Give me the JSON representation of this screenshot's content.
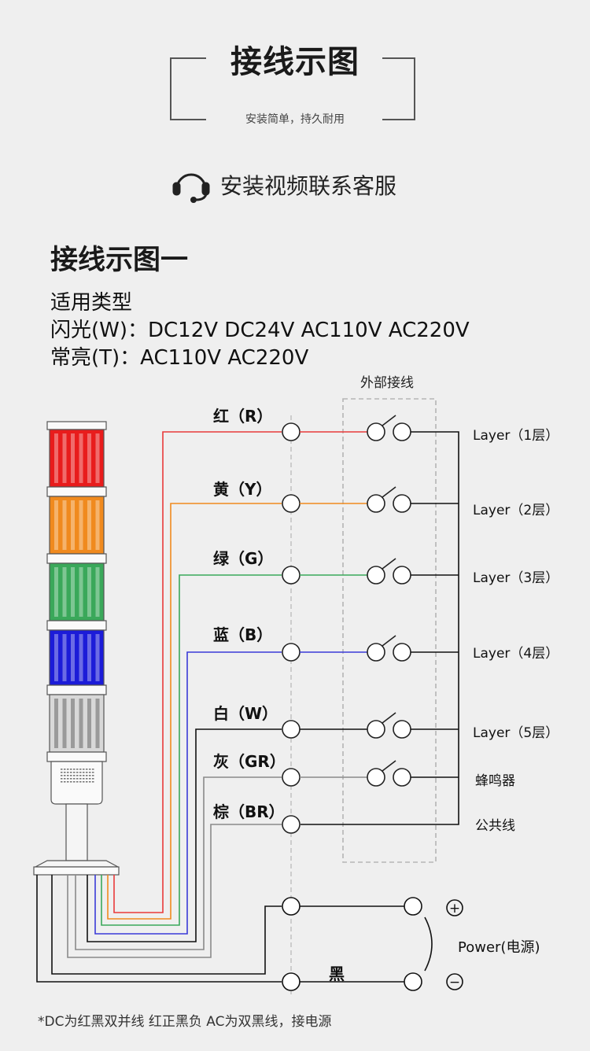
{
  "header": {
    "title": "接线示图",
    "subtitle": "安装简单，持久耐用"
  },
  "service": {
    "icon": "headset-icon",
    "label": "安装视频联系客服"
  },
  "section": {
    "title": "接线示图一",
    "lines": [
      "适用类型",
      "闪光(W)：DC12V DC24V  AC110V AC220V",
      "常亮(T)：AC110V AC220V"
    ]
  },
  "diagram": {
    "external_label": "外部接线",
    "wires": [
      {
        "label": "红（R）",
        "color": "#e83a3a",
        "right_label": "Layer（1层）"
      },
      {
        "label": "黄（Y）",
        "color": "#f08a1e",
        "right_label": "Layer（2层）"
      },
      {
        "label": "绿（G）",
        "color": "#3aa85a",
        "right_label": "Layer（3层）"
      },
      {
        "label": "蓝（B）",
        "color": "#3a3ad8",
        "right_label": "Layer（4层）"
      },
      {
        "label": "白（W）",
        "color": "#111111",
        "right_label": "Layer（5层）"
      },
      {
        "label": "灰（GR）",
        "color": "#8a8a8a",
        "right_label": "蜂鸣器"
      },
      {
        "label": "棕（BR）",
        "color": "#8a8a8a",
        "right_label": "公共线"
      }
    ],
    "power_label": "Power(电源)",
    "plus_symbol": "+",
    "minus_symbol": "−",
    "black_label": "黑",
    "tower_colors": [
      "#e81c1c",
      "#f08a1e",
      "#3aa85a",
      "#1c1cd8",
      "#d8d8d8"
    ]
  },
  "note": "*DC为红黑双并线 红正黑负     AC为双黑线，接电源"
}
